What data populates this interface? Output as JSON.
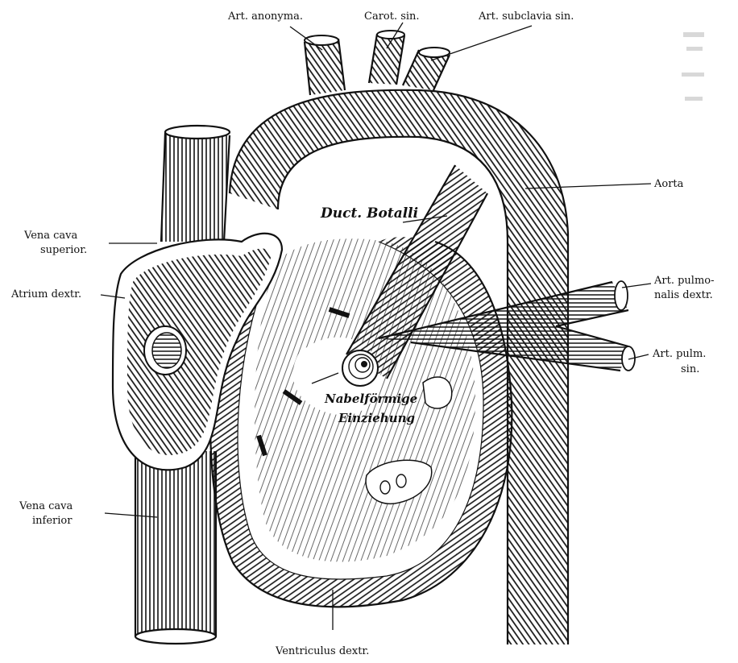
{
  "labels": {
    "art_anonyma": "Art. anonyma.",
    "carot_sin": "Carot. sin.",
    "art_subclavia_sin": "Art. subclavia sin.",
    "aorta": "Aorta",
    "duct_botalli": "Duct. Botalli",
    "vena_cava_superior_1": "Vena cava",
    "vena_cava_superior_2": "superior.",
    "atrium_dextr": "Atrium dextr.",
    "art_pulm_dextr_1": "Art. pulmo-",
    "art_pulm_dextr_2": "nalis dextr.",
    "art_pulm_sin_1": "Art. pulm.",
    "art_pulm_sin_2": "sin.",
    "nabel_1": "Nabelförmige",
    "nabel_2": "Einziehung",
    "vena_cava_inferior_1": "Vena cava",
    "vena_cava_inferior_2": "inferior",
    "ventriculus_dextr": "Ventriculus dextr."
  },
  "colors": {
    "ink": "#111111",
    "paper": "#ffffff"
  }
}
